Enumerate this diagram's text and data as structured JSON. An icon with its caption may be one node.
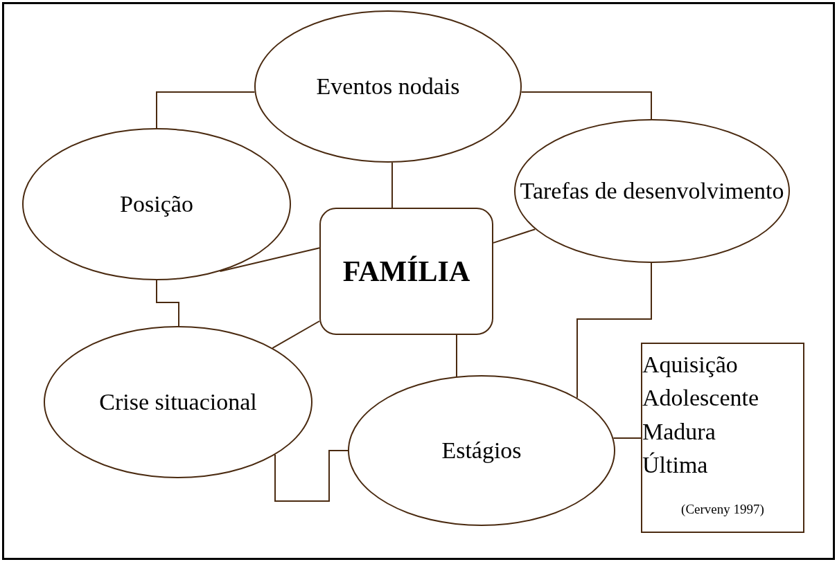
{
  "diagram": {
    "nodes": [
      {
        "text": [
          "Eventos nodais"
        ]
      },
      {
        "text": [
          "Posição"
        ]
      },
      {
        "text": [
          "Tarefas de desenvolvimento"
        ]
      },
      {
        "text": [
          "FAMÍLIA"
        ]
      },
      {
        "text": [
          "Crise situacional"
        ]
      },
      {
        "text": [
          "Estágios"
        ]
      },
      {
        "text": [
          "Aquisição",
          "Adolescente",
          "Madura",
          "Última",
          "(Cerveny 1997)"
        ]
      }
    ],
    "edges": [
      {
        "from": 0,
        "to": 1,
        "arrow": "none"
      },
      {
        "from": 0,
        "to": 2,
        "arrow": "none"
      },
      {
        "from": 0,
        "to": 3,
        "arrow": "none"
      },
      {
        "from": 1,
        "to": 3,
        "arrow": "none"
      },
      {
        "from": 2,
        "to": 3,
        "arrow": "none"
      },
      {
        "from": 1,
        "to": 4,
        "arrow": "none"
      },
      {
        "from": 3,
        "to": 4,
        "arrow": "none"
      },
      {
        "from": 3,
        "to": 5,
        "arrow": "none"
      },
      {
        "from": 4,
        "to": 5,
        "arrow": "none"
      },
      {
        "from": 2,
        "to": 5,
        "arrow": "none"
      },
      {
        "from": 5,
        "to": 6,
        "arrow": "none"
      }
    ]
  }
}
